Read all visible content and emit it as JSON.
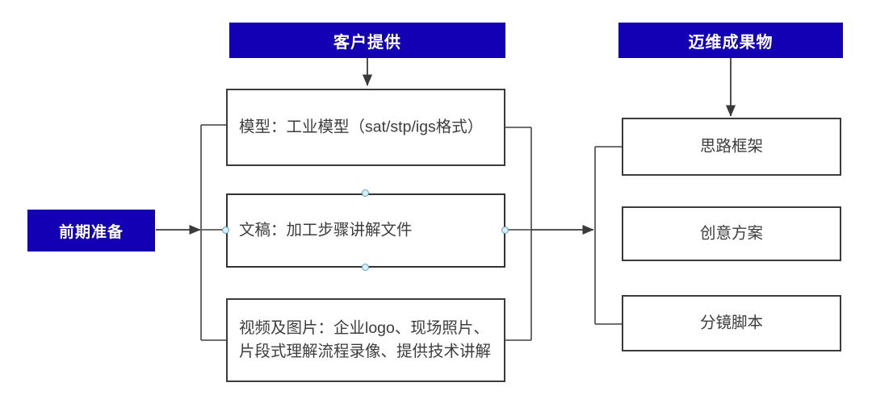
{
  "diagram": {
    "title_banners": [
      {
        "id": "customer-provides",
        "label": "客户提供"
      },
      {
        "id": "maiwei-deliverables",
        "label": "迈维成果物"
      }
    ],
    "start_node": {
      "label": "前期准备"
    },
    "inputs": [
      {
        "id": "model",
        "label": "模型：工业模型（sat/stp/igs格式）",
        "selected": false
      },
      {
        "id": "document",
        "label": "文稿：加工步骤讲解文件",
        "selected": true
      },
      {
        "id": "video-photo",
        "label": "视频及图片：企业logo、现场照片、片段式理解流程录像、提供技术讲解",
        "selected": false
      }
    ],
    "outputs": [
      {
        "id": "framework",
        "label": "思路框架"
      },
      {
        "id": "creative-plan",
        "label": "创意方案"
      },
      {
        "id": "storyboard",
        "label": "分镜脚本"
      }
    ],
    "colors": {
      "banner_blue": "#1400B4",
      "box_stroke": "#3b3b3b",
      "text_gray": "#3d3d3d",
      "connector_gray": "#5a5a5a",
      "handle_fill": "#d8eef8",
      "handle_stroke": "#5f9ec6"
    }
  }
}
